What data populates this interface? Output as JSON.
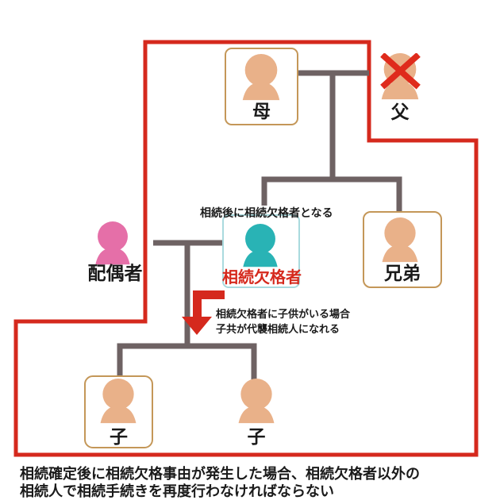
{
  "labels": {
    "mother": "母",
    "father": "父",
    "spouse": "配偶者",
    "disqualified": "相続欠格者",
    "brother": "兄弟",
    "child_left": "子",
    "child_right": "子"
  },
  "annotations": {
    "disqualified_note": "相続後に相続欠格者となる",
    "substitution_line1": "相続欠格者に子供がいる場合",
    "substitution_line2": "子共が代襲相続人になれる",
    "footer_line1": "相続確定後に相続欠格事由が発生した場合、相続欠格者以外の",
    "footer_line2": "相続人で相続手続きを再度行わなければならない"
  },
  "colors": {
    "boundary_red": "#d5291d",
    "arrow_red": "#d5291d",
    "deceased_x_red": "#df2b1c",
    "person_skin": "#e9b189",
    "person_pink": "#e56fa8",
    "person_teal": "#29b3b5",
    "box_border_tan": "#c49758",
    "box_border_teal": "#a9dade",
    "connector_gray": "#6e6263",
    "label_red": "#d5291d",
    "text_black": "#1a1a1a"
  }
}
